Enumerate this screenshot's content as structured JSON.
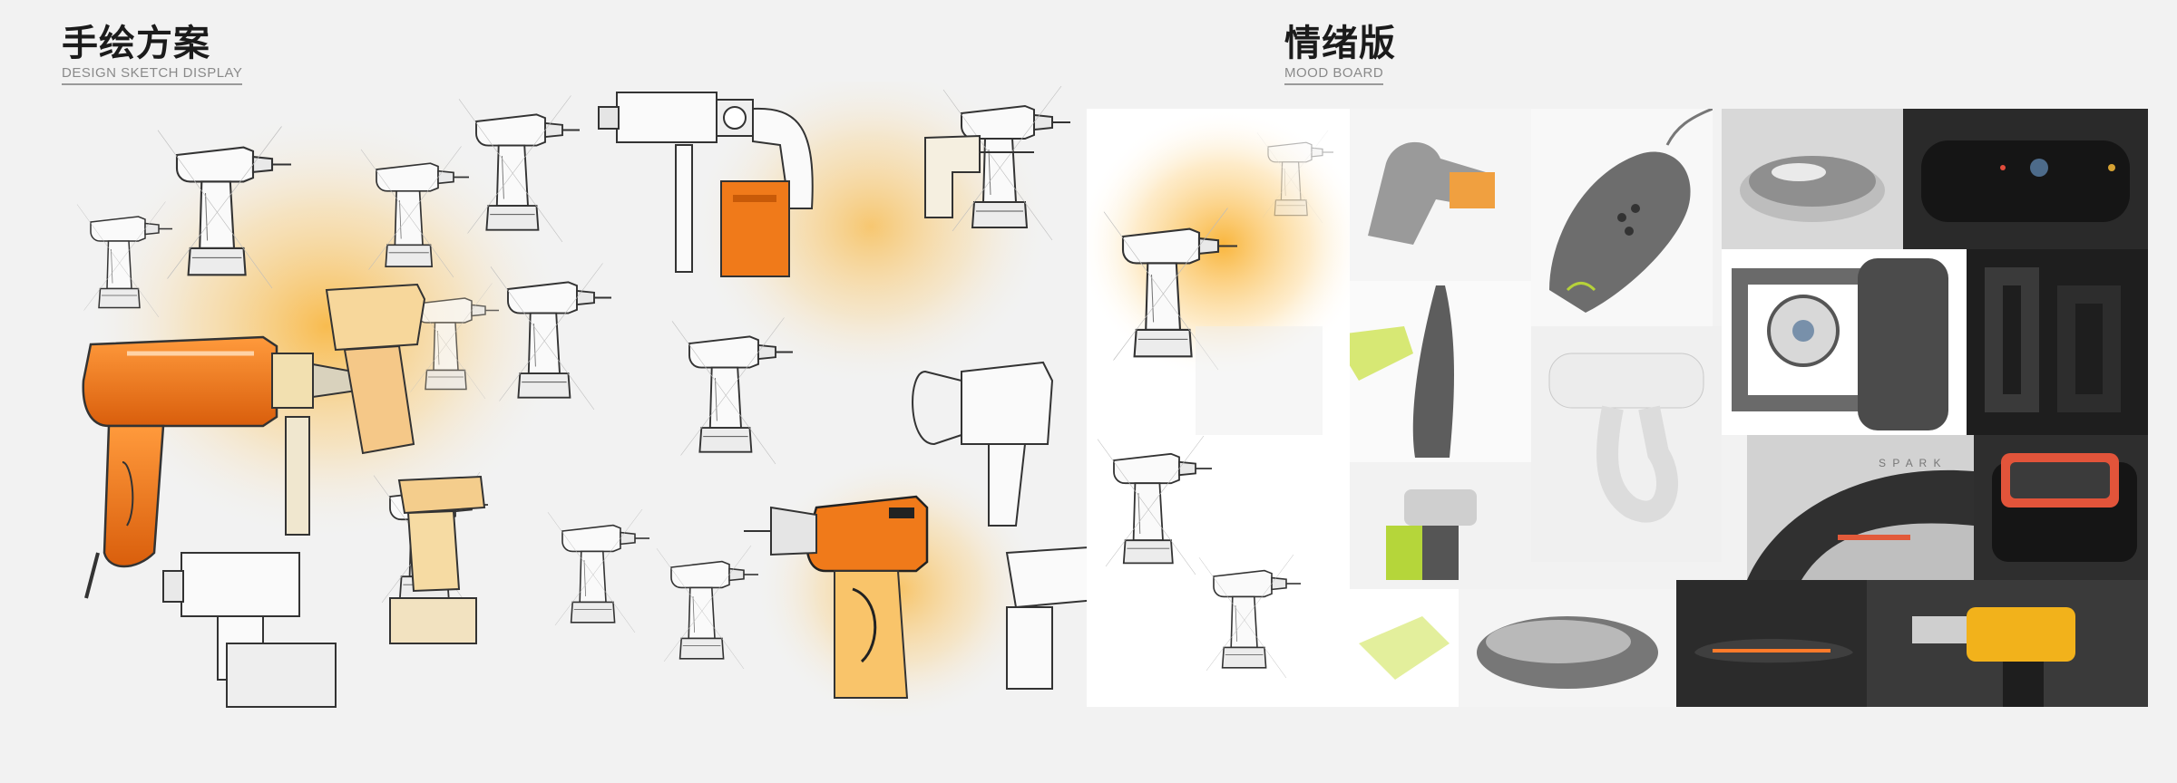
{
  "sections": {
    "sketch": {
      "title_zh": "手绘方案",
      "title_en": "DESIGN SKETCH DISPLAY"
    },
    "mood": {
      "title_zh": "情绪版",
      "title_en": "MOOD BOARD"
    }
  },
  "tile_labels": {
    "spark": "S P A R K"
  },
  "colors": {
    "accent": "#f07a1a",
    "highlight": "#f9b233",
    "ink": "#333333",
    "yellow_tool": "#f2b21b",
    "lime": "#c8df3a"
  }
}
